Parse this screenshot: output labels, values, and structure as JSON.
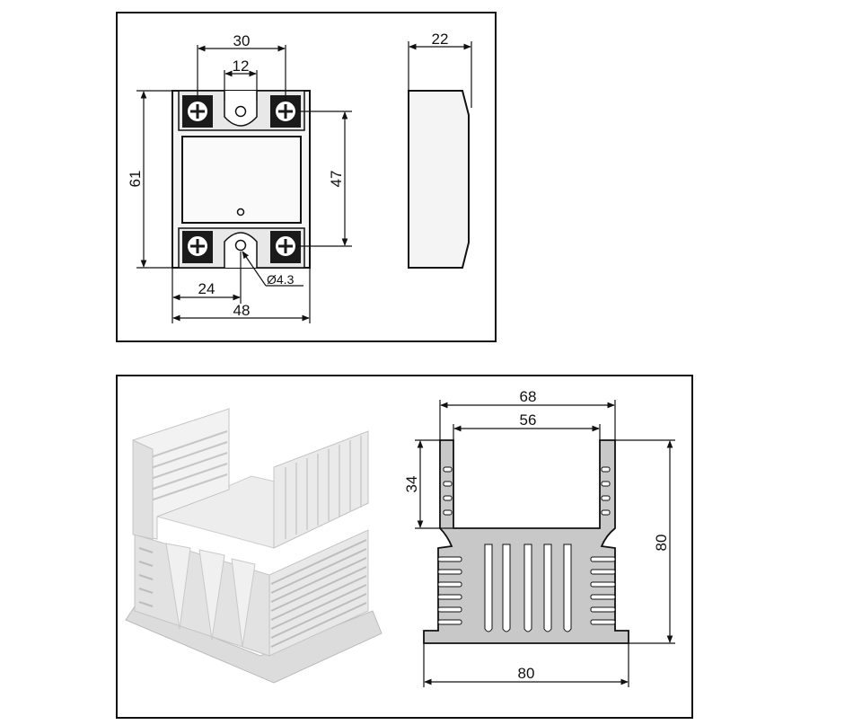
{
  "relay": {
    "dims": {
      "terminal_spacing": "30",
      "center_hole_width": "12",
      "depth": "22",
      "height": "61",
      "mount_hole_spacing": "47",
      "hole_offset": "24",
      "hole_diameter": "Ø4.3",
      "width": "48"
    }
  },
  "heatsink": {
    "dims": {
      "outer_width": "68",
      "inner_width": "56",
      "channel_depth": "34",
      "height": "80",
      "base_width": "80"
    }
  },
  "colors": {
    "outline": "#111111",
    "relay_body": "#f2f2f2",
    "terminal": "#1a1a1a",
    "heatsink_fill": "#c8c8c8",
    "heatsink_render": "#e6e6e6"
  }
}
